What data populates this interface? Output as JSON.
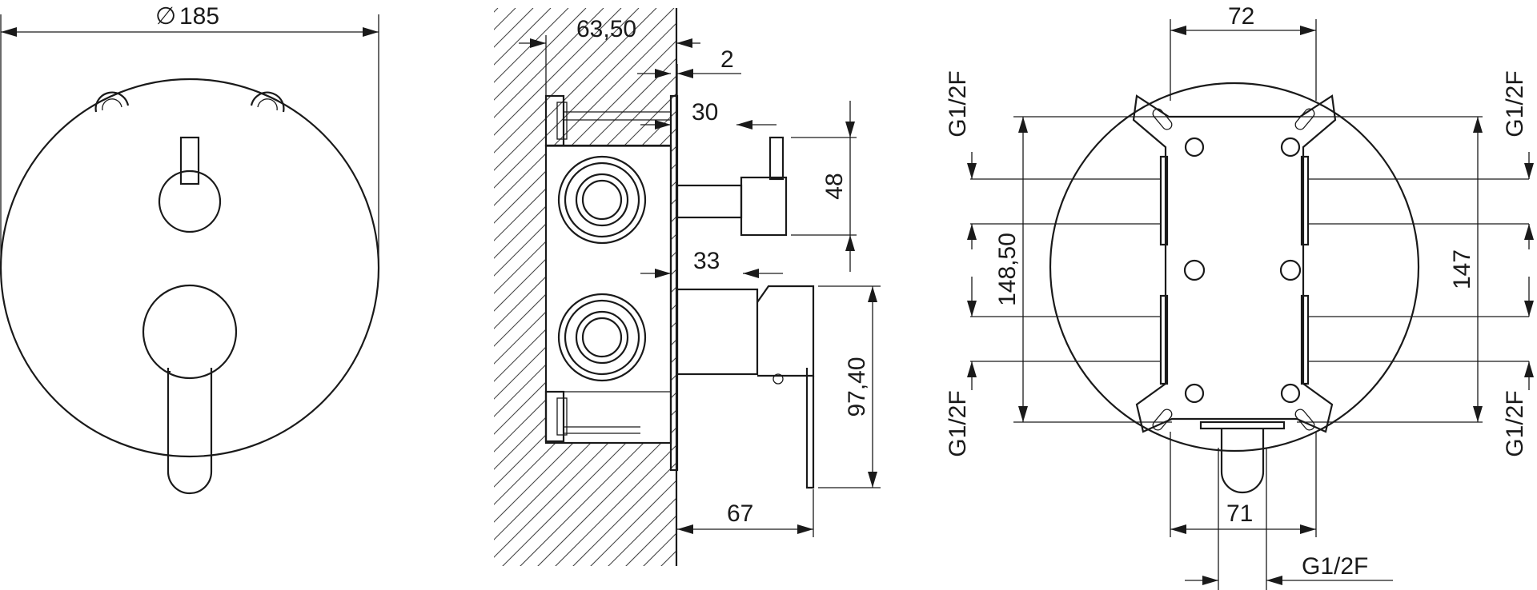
{
  "dimensions": {
    "diameter_symbol": "∅",
    "diameter": "185",
    "depth_total": "63,50",
    "plate_gap": "2",
    "upper_spout_offset": "30",
    "upper_spout_height": "48",
    "lower_spout_offset": "33",
    "lever_height": "97,40",
    "lever_projection": "67",
    "top_width": "72",
    "bottom_width": "71",
    "inner_height": "148,50",
    "outer_height": "147",
    "port_thread": "G1/2F"
  },
  "colors": {
    "line": "#1a1a1a",
    "background": "#ffffff"
  }
}
